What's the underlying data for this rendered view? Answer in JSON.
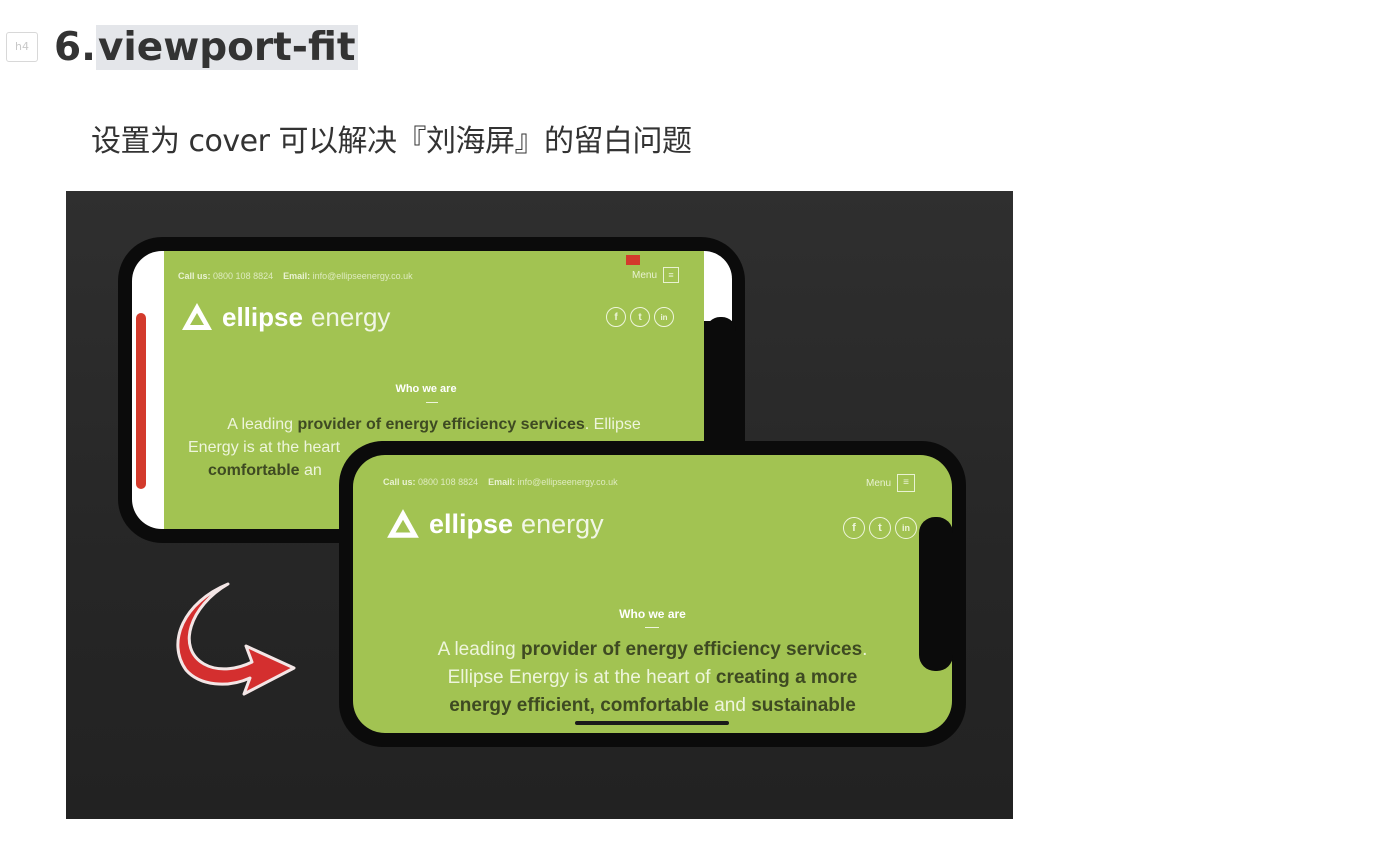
{
  "heading": {
    "marker": "h4",
    "prefix": "6.",
    "selected": "viewport-fit"
  },
  "paragraph": "设置为 cover 可以解决『刘海屏』的留白问题",
  "mockup": {
    "call_label": "Call us:",
    "call_number": "0800 108 8824",
    "email_label": "Email:",
    "email_address": "info@ellipseenergy.co.uk",
    "menu_label": "Menu",
    "logo_bold": "ellipse",
    "logo_light": "energy",
    "social": [
      "f",
      "t",
      "in"
    ],
    "who_we_are": "Who we are",
    "back_lines": [
      [
        "A leading ",
        "provider of energy efficiency services",
        ". Ellipse"
      ],
      [
        "Energy is at the heart",
        "",
        ""
      ],
      [
        "",
        "comfortable",
        " an"
      ]
    ],
    "front_lines": [
      [
        "A leading ",
        "provider of energy efficiency services",
        "."
      ],
      [
        "Ellipse Energy is at the heart of ",
        "creating a more",
        ""
      ],
      [
        "",
        "energy efficient, comfortable",
        " and ",
        "sustainable"
      ]
    ],
    "colors": {
      "screen_green": "#a2c352",
      "notch_red": "#d33a2c",
      "arrow_red": "#d42f2f",
      "background": "#2a2a2a"
    }
  }
}
